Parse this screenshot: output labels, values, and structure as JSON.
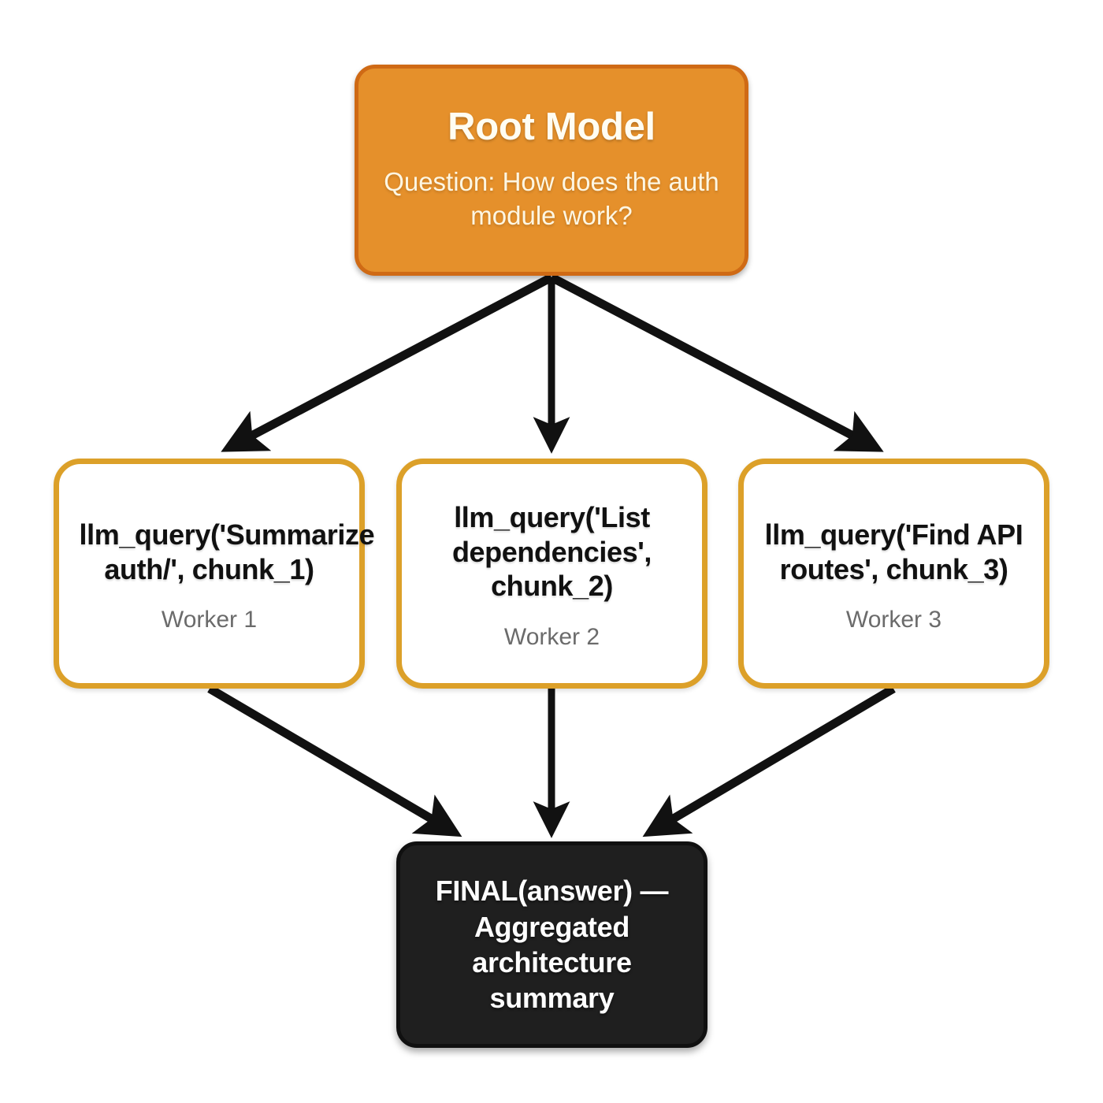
{
  "diagram": {
    "type": "flowchart",
    "background_color": "#FFFFFF",
    "root": {
      "title": "Root Model",
      "subtitle": "Question: How does the auth module work?",
      "fill_color": "#E5902B",
      "border_color": "#CF6A15",
      "title_color": "#FFFDF2",
      "subtitle_color": "#FDF6E2"
    },
    "workers": [
      {
        "call": "llm_query('Summarize auth/', chunk_1)",
        "label": "Worker 1",
        "fill_color": "#FFFFFF",
        "border_color": "#DCA029",
        "label_color": "#6B6B6B"
      },
      {
        "call": "llm_query('List dependencies', chunk_2)",
        "label": "Worker 2",
        "fill_color": "#FFFFFF",
        "border_color": "#DCA029",
        "label_color": "#6B6B6B"
      },
      {
        "call": "llm_query('Find API routes', chunk_3)",
        "label": "Worker 3",
        "fill_color": "#FFFFFF",
        "border_color": "#DCA029",
        "label_color": "#6B6B6B"
      }
    ],
    "final": {
      "text": "FINAL(answer) — Aggregated architecture summary",
      "fill_color": "#1F1F1F",
      "border_color": "#101010",
      "text_color": "#FFFFFF"
    },
    "edges": {
      "color": "#111111",
      "fan_out_count": 3,
      "fan_in_count": 3
    }
  }
}
